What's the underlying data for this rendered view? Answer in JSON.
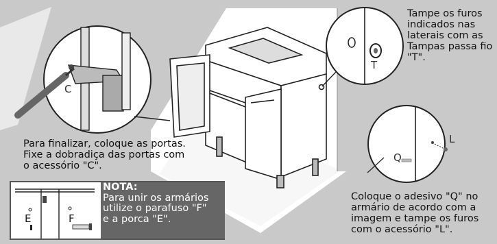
{
  "instructions": {
    "top_right": "Tampe os furos indicados nas laterais com as Tampas passa fio \"T\".",
    "finish": "Para finalizar, coloque as portas. Fixe a dobradiça das portas com o acessório \"C\".",
    "bottom_right": "Coloque o adesivo \"Q\" no armário de acordo com a imagem e tampe os furos com o acessório \"L\"."
  },
  "note": {
    "title": "NOTA:",
    "lines": [
      "Para unir os armários",
      "utilize o parafuso \"F\"",
      "e a porca \"E\"."
    ]
  },
  "callouts": {
    "hinge_tool": "C",
    "hole_cap": "T",
    "sticker": "Q",
    "cover": "L",
    "nut": "E",
    "screw": "F"
  },
  "colors": {
    "background": "#c9c9c9",
    "note_panel": "#666666",
    "line_art": "#222222"
  }
}
